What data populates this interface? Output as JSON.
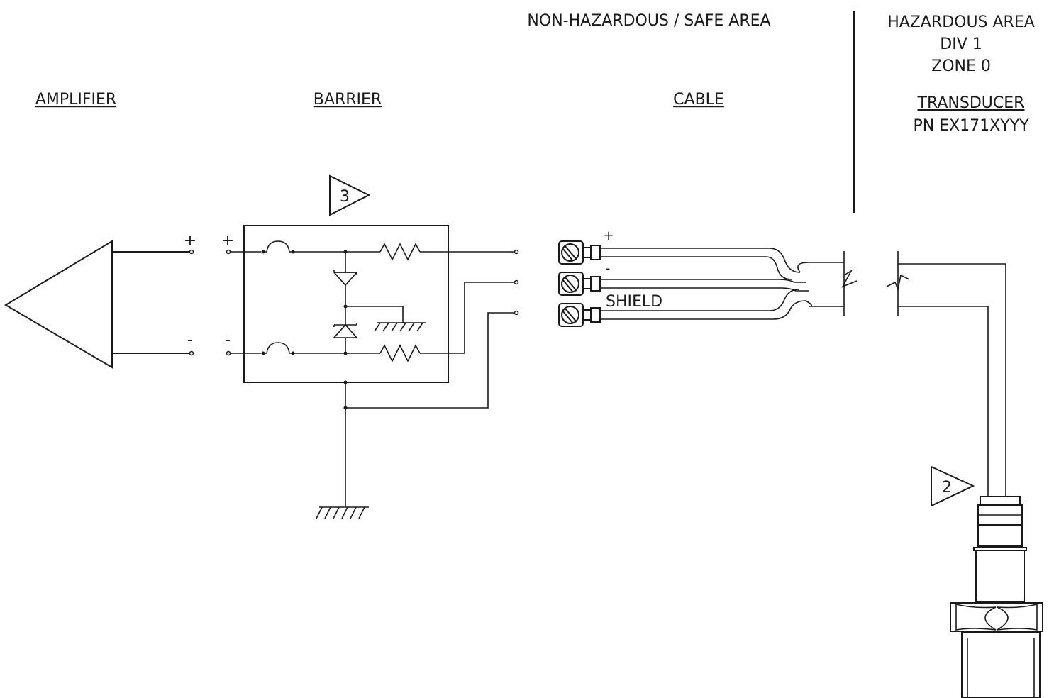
{
  "zones": {
    "safe_area": "NON-HAZARDOUS / SAFE AREA",
    "hazardous_area": "HAZARDOUS AREA",
    "division": "DIV 1",
    "zone": "ZONE 0"
  },
  "components": {
    "amplifier": "AMPLIFIER",
    "barrier": "BARRIER",
    "cable": "CABLE",
    "transducer": "TRANSDUCER",
    "transducer_pn": "PN EX171XYYY"
  },
  "polarity": {
    "amp_plus": "+",
    "amp_minus": "-",
    "barrier_plus": "+",
    "barrier_minus": "-",
    "cable_plus": "+",
    "cable_minus": "-",
    "shield": "SHIELD"
  },
  "notes": {
    "barrier_note": "3",
    "transducer_note": "2"
  }
}
